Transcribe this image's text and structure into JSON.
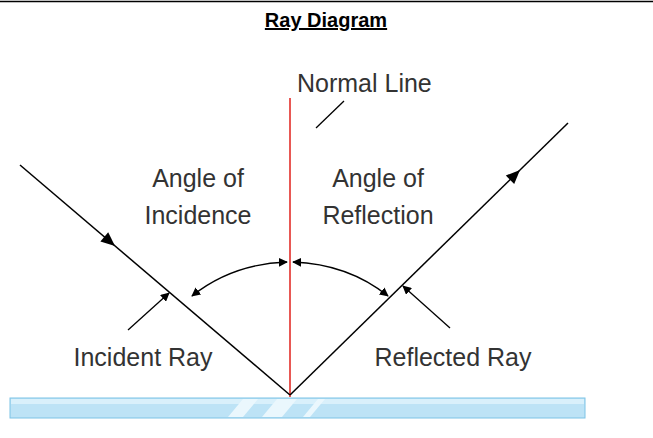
{
  "diagram": {
    "title": "Ray Diagram",
    "labels": [
      "Normal Line",
      "Angle of Incidence",
      "Angle of Reflection",
      "Incident Ray",
      "Reflected Ray"
    ]
  }
}
